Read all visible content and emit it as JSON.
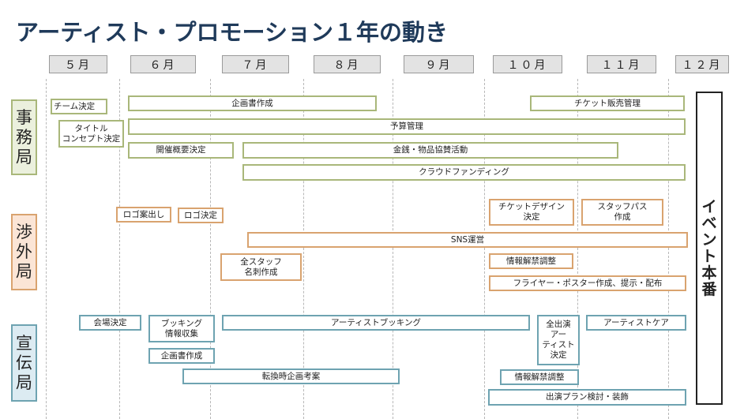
{
  "title": "アーティスト・プロモーション１年の動き",
  "months": [
    "５月",
    "６月",
    "７月",
    "８月",
    "９月",
    "１０月",
    "１１月",
    "１２月"
  ],
  "departments": {
    "jimu": {
      "label": "事務局",
      "chars": [
        "事",
        "務",
        "局"
      ],
      "color": "#a9b77a",
      "fill": "#ebf0dd"
    },
    "shogai": {
      "label": "渉外局",
      "chars": [
        "渉",
        "外",
        "局"
      ],
      "color": "#d9a36f",
      "fill": "#fbe5d6"
    },
    "senden": {
      "label": "宣伝局",
      "chars": [
        "宣",
        "伝",
        "局"
      ],
      "color": "#6ea3b1",
      "fill": "#dcebf2"
    }
  },
  "tasks": {
    "jimu": [
      {
        "label": "チーム決定"
      },
      {
        "label": "企画書作成"
      },
      {
        "label": "チケット販売管理"
      },
      {
        "label": "タイトル\nコンセプト決定"
      },
      {
        "label": "予算管理"
      },
      {
        "label": "開催概要決定"
      },
      {
        "label": "金銭・物品協賛活動"
      },
      {
        "label": "クラウドファンディング"
      }
    ],
    "shogai": [
      {
        "label": "ロゴ案出し"
      },
      {
        "label": "ロゴ決定"
      },
      {
        "label": "チケットデザイン\n決定"
      },
      {
        "label": "スタッフパス\n作成"
      },
      {
        "label": "SNS運営"
      },
      {
        "label": "全スタッフ\n名刺作成"
      },
      {
        "label": "情報解禁調整"
      },
      {
        "label": "フライヤー・ポスター作成、提示・配布"
      }
    ],
    "senden": [
      {
        "label": "会場決定"
      },
      {
        "label": "ブッキング\n情報収集"
      },
      {
        "label": "アーティストブッキング"
      },
      {
        "label": "全出演\nアー\nティスト\n決定"
      },
      {
        "label": "アーティストケア"
      },
      {
        "label": "企画書作成"
      },
      {
        "label": "転換時企画考案"
      },
      {
        "label": "情報解禁調整"
      },
      {
        "label": "出演プラン検討・装飾"
      }
    ]
  },
  "event": {
    "label": "イベント本番",
    "chars": [
      "イ",
      "ベ",
      "ン",
      "ト",
      "本",
      "番"
    ]
  }
}
